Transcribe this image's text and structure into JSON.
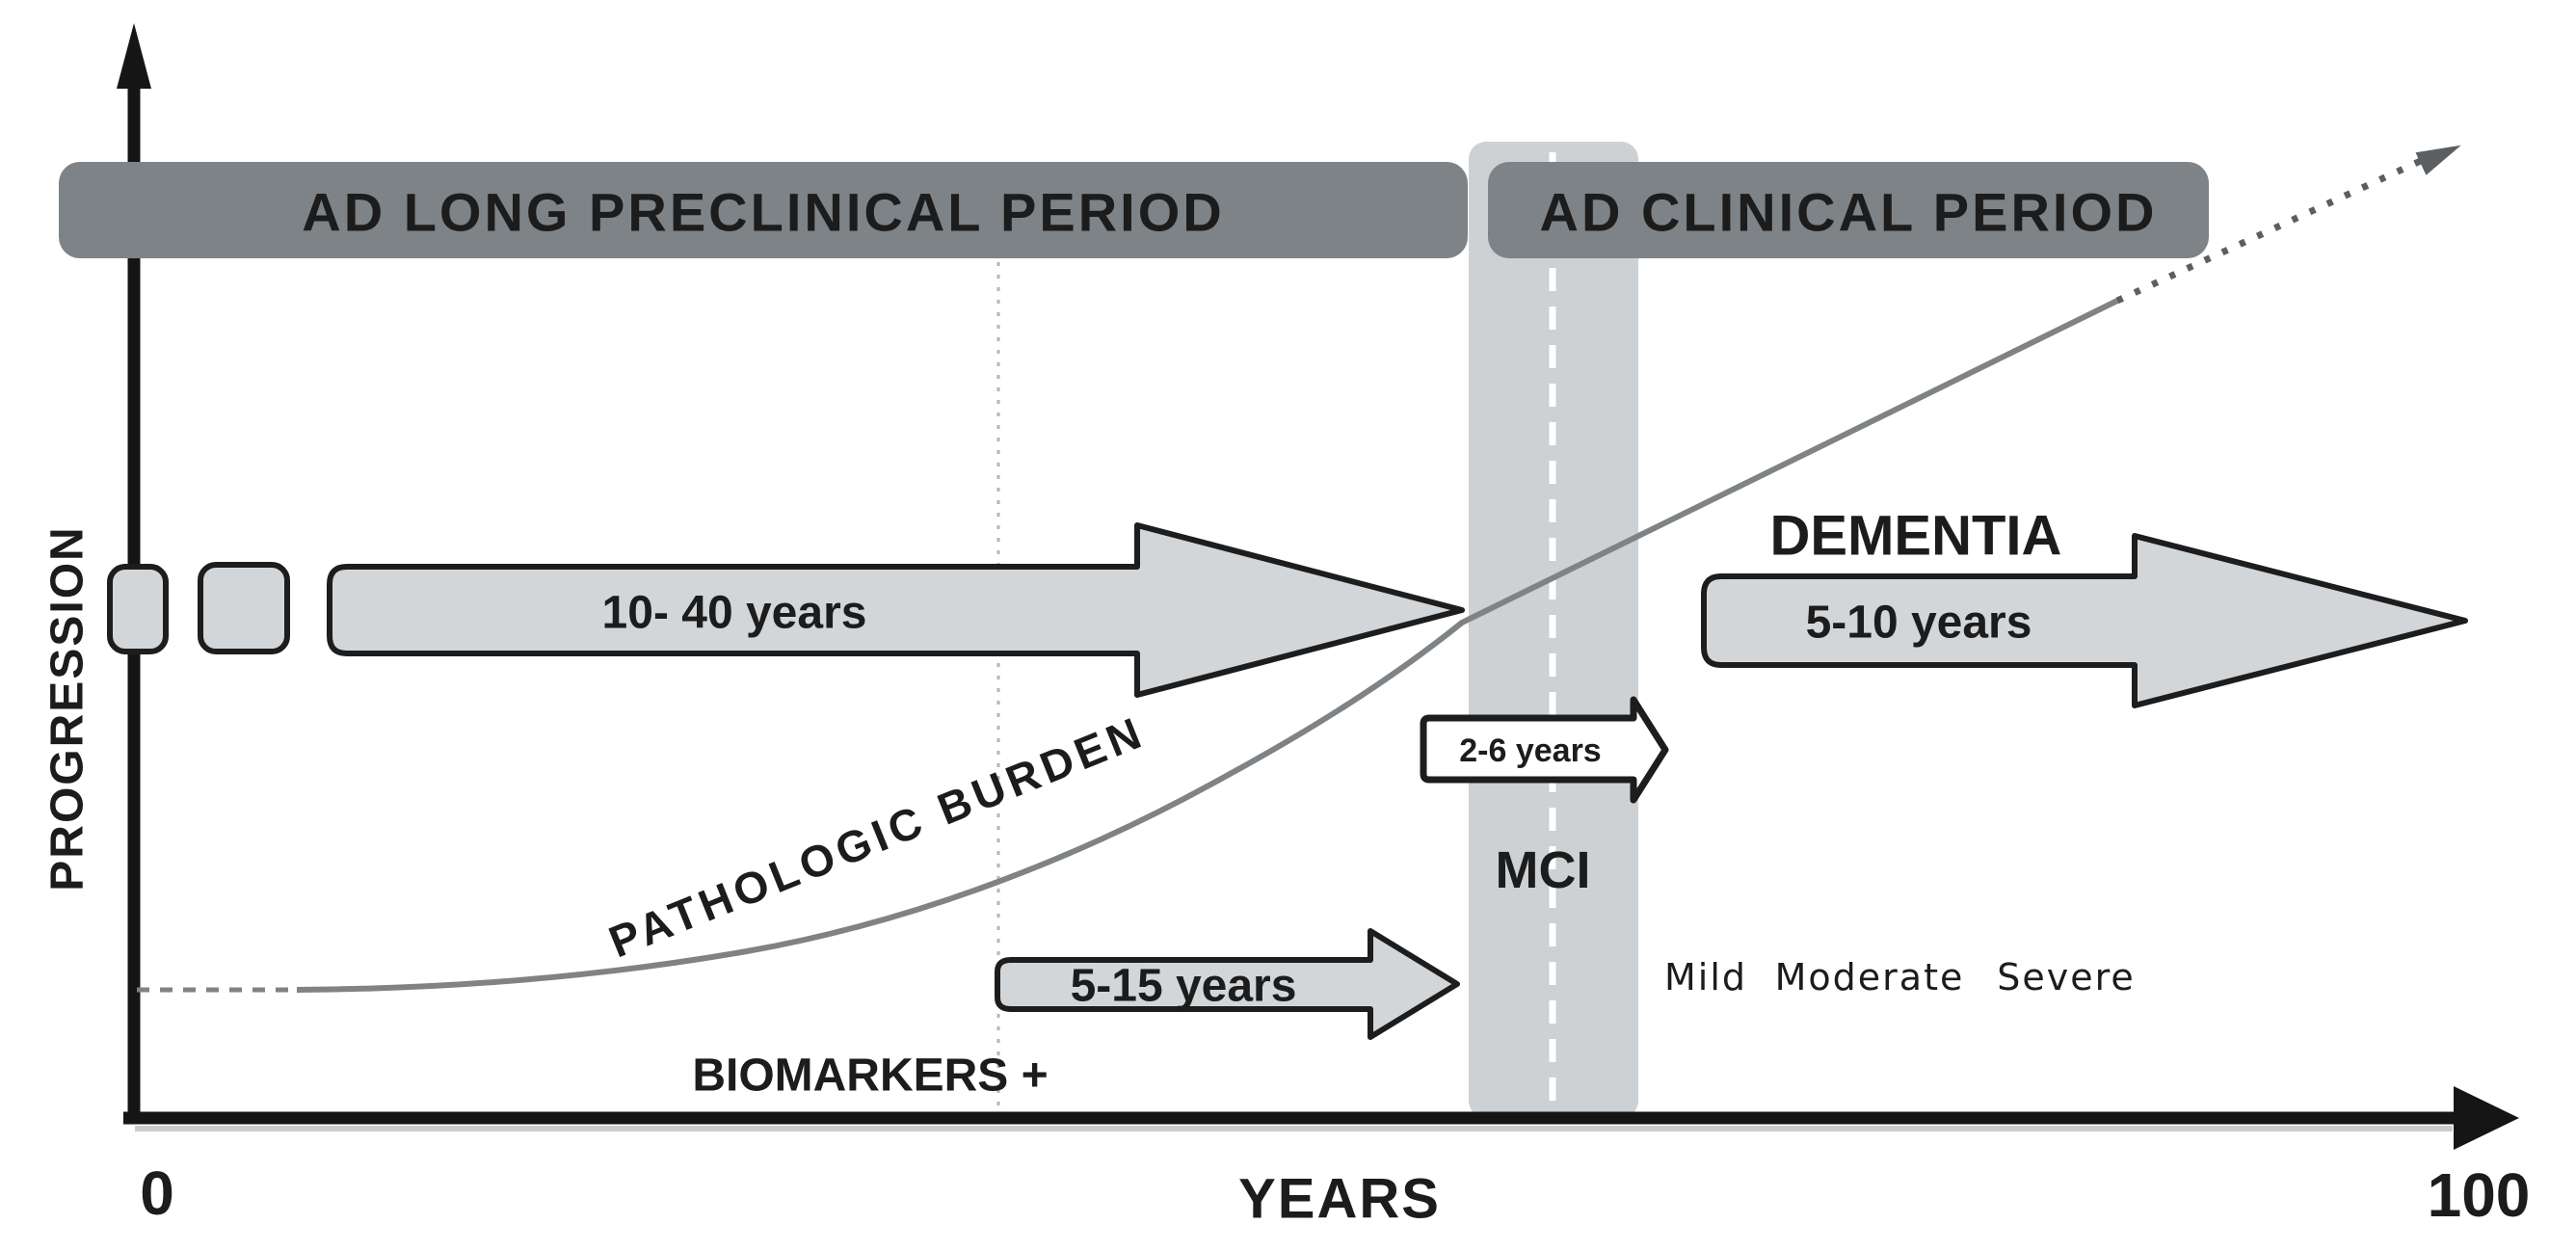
{
  "bars": {
    "preclinical": "AD LONG PRECLINICAL PERIOD",
    "clinical": "AD CLINICAL PERIOD"
  },
  "axes": {
    "y_label": "PROGRESSION",
    "x_label": "YEARS",
    "x_min": "0",
    "x_max": "100"
  },
  "curve": {
    "label": "PATHOLOGIC BURDEN"
  },
  "durations": {
    "preclinical": "10- 40 years",
    "biomarkers": "5-15 years",
    "mci_to_dementia": "2-6 years",
    "dementia": "5-10 years"
  },
  "labels": {
    "dementia": "DEMENTIA",
    "mci": "MCI",
    "biomarkers": "BIOMARKERS +",
    "severity": [
      "Mild",
      "Moderate",
      "Severe"
    ]
  },
  "colors": {
    "background": "#ffffff",
    "banner": "#7e8387",
    "banner_text": "#ffffff",
    "band": "#cdd1d4",
    "band_dash": "#ffffff",
    "arrow_fill": "#d3d6d9",
    "arrow_stroke": "#1d1d1d",
    "white_arrow_fill": "#ffffff",
    "axis": "#151515",
    "axis_shadow": "#c9cccd",
    "curve": "#7f8386",
    "curve_dotted": "#5b5f62",
    "guide_dotted": "#b3b6b8",
    "text": "#1c1c1c",
    "severity_text": "#3a3a3a"
  }
}
